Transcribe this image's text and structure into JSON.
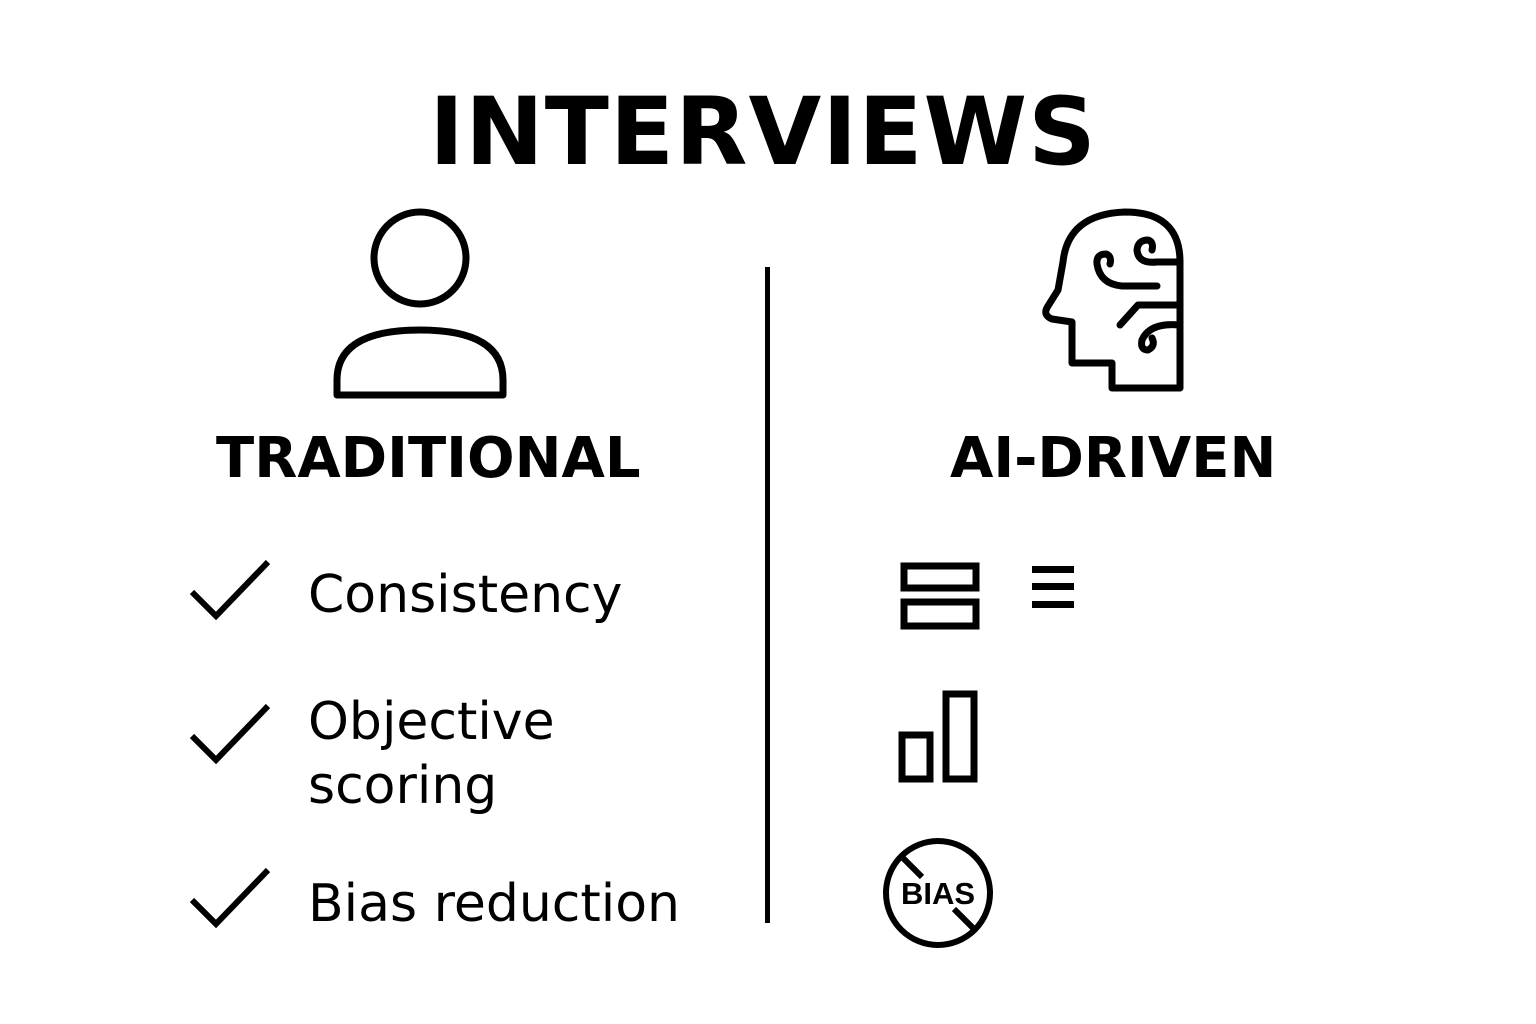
{
  "title": "INTERVIEWS",
  "traditional": {
    "heading": "TRADITIONAL",
    "items": [
      {
        "icon": "check-icon",
        "label": "Consistency"
      },
      {
        "icon": "check-icon",
        "label_line1": "Objective",
        "label_line2": "scoring"
      },
      {
        "icon": "check-icon",
        "label": "Bias reduction"
      }
    ]
  },
  "ai_driven": {
    "heading": "AI-DRIVEN",
    "icons": [
      "layout-rows-icon",
      "menu-lines-icon",
      "bar-chart-icon",
      "no-bias-icon"
    ],
    "bias_icon_text": "BIAS"
  }
}
